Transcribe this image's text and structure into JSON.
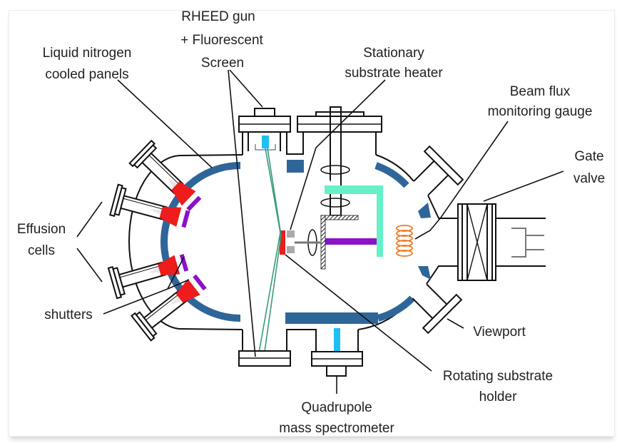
{
  "labels": {
    "rheed_1": "RHEED gun",
    "rheed_2": "+ Fluorescent",
    "rheed_3": "Screen",
    "ln2_1": "Liquid nitrogen",
    "ln2_2": "cooled panels",
    "heater_1": "Stationary",
    "heater_2": "substrate heater",
    "flux_1": "Beam flux",
    "flux_2": "monitoring gauge",
    "gate_1": "Gate",
    "gate_2": "valve",
    "effusion_1": "Effusion",
    "effusion_2": "cells",
    "shutters": "shutters",
    "viewport": "Viewport",
    "holder_1": "Rotating substrate",
    "holder_2": "holder",
    "qms_1": "Quadrupole",
    "qms_2": "mass spectrometer"
  },
  "colors": {
    "cryopanel": "#2f6699",
    "effusion_cell_source": "#ee1c1c",
    "shutter": "#8a12c8",
    "rheed_and_qms": "#1ec0f0",
    "heater_bracket": "#66f0c8",
    "flux_gauge_coil": "#f07820",
    "electron_beam": "#3a9a7a"
  }
}
